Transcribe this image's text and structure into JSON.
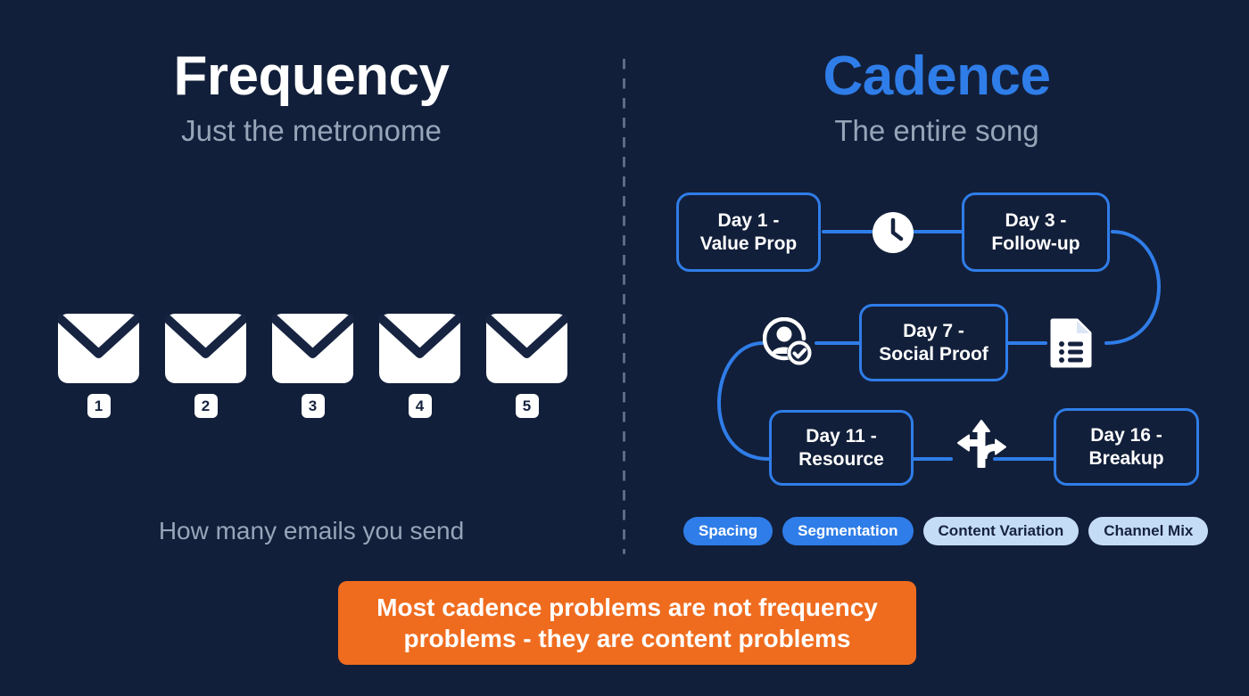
{
  "background_color": "#121f3a",
  "accent_blue": "#2f7de8",
  "accent_orange": "#ef6c1f",
  "muted_text_color": "#98a4b8",
  "left_panel": {
    "title": "Frequency",
    "subtitle": "Just the metronome",
    "caption": "How many emails you send",
    "emails": [
      {
        "icon": "envelope-icon",
        "number": "1"
      },
      {
        "icon": "envelope-icon",
        "number": "2"
      },
      {
        "icon": "envelope-icon",
        "number": "3"
      },
      {
        "icon": "envelope-icon",
        "number": "4"
      },
      {
        "icon": "envelope-icon",
        "number": "5"
      }
    ]
  },
  "right_panel": {
    "title": "Cadence",
    "subtitle": "The entire song",
    "nodes": [
      {
        "id": "day1",
        "line1": "Day 1 -",
        "line2": "Value Prop"
      },
      {
        "id": "day3",
        "line1": "Day 3 -",
        "line2": "Follow-up"
      },
      {
        "id": "day7",
        "line1": "Day 7 -",
        "line2": "Social Proof"
      },
      {
        "id": "day11",
        "line1": "Day 11 -",
        "line2": "Resource"
      },
      {
        "id": "day16",
        "line1": "Day 16 -",
        "line2": "Breakup"
      }
    ],
    "connector_icons": [
      {
        "name": "clock-icon"
      },
      {
        "name": "document-list-icon"
      },
      {
        "name": "user-verified-icon"
      },
      {
        "name": "branching-arrows-icon"
      }
    ],
    "tags": [
      {
        "label": "Spacing",
        "style": "solid"
      },
      {
        "label": "Segmentation",
        "style": "solid"
      },
      {
        "label": "Content Variation",
        "style": "light"
      },
      {
        "label": "Channel Mix",
        "style": "light"
      }
    ]
  },
  "banner": {
    "line1": "Most cadence problems are not frequency",
    "line2": "problems - they are content problems"
  }
}
